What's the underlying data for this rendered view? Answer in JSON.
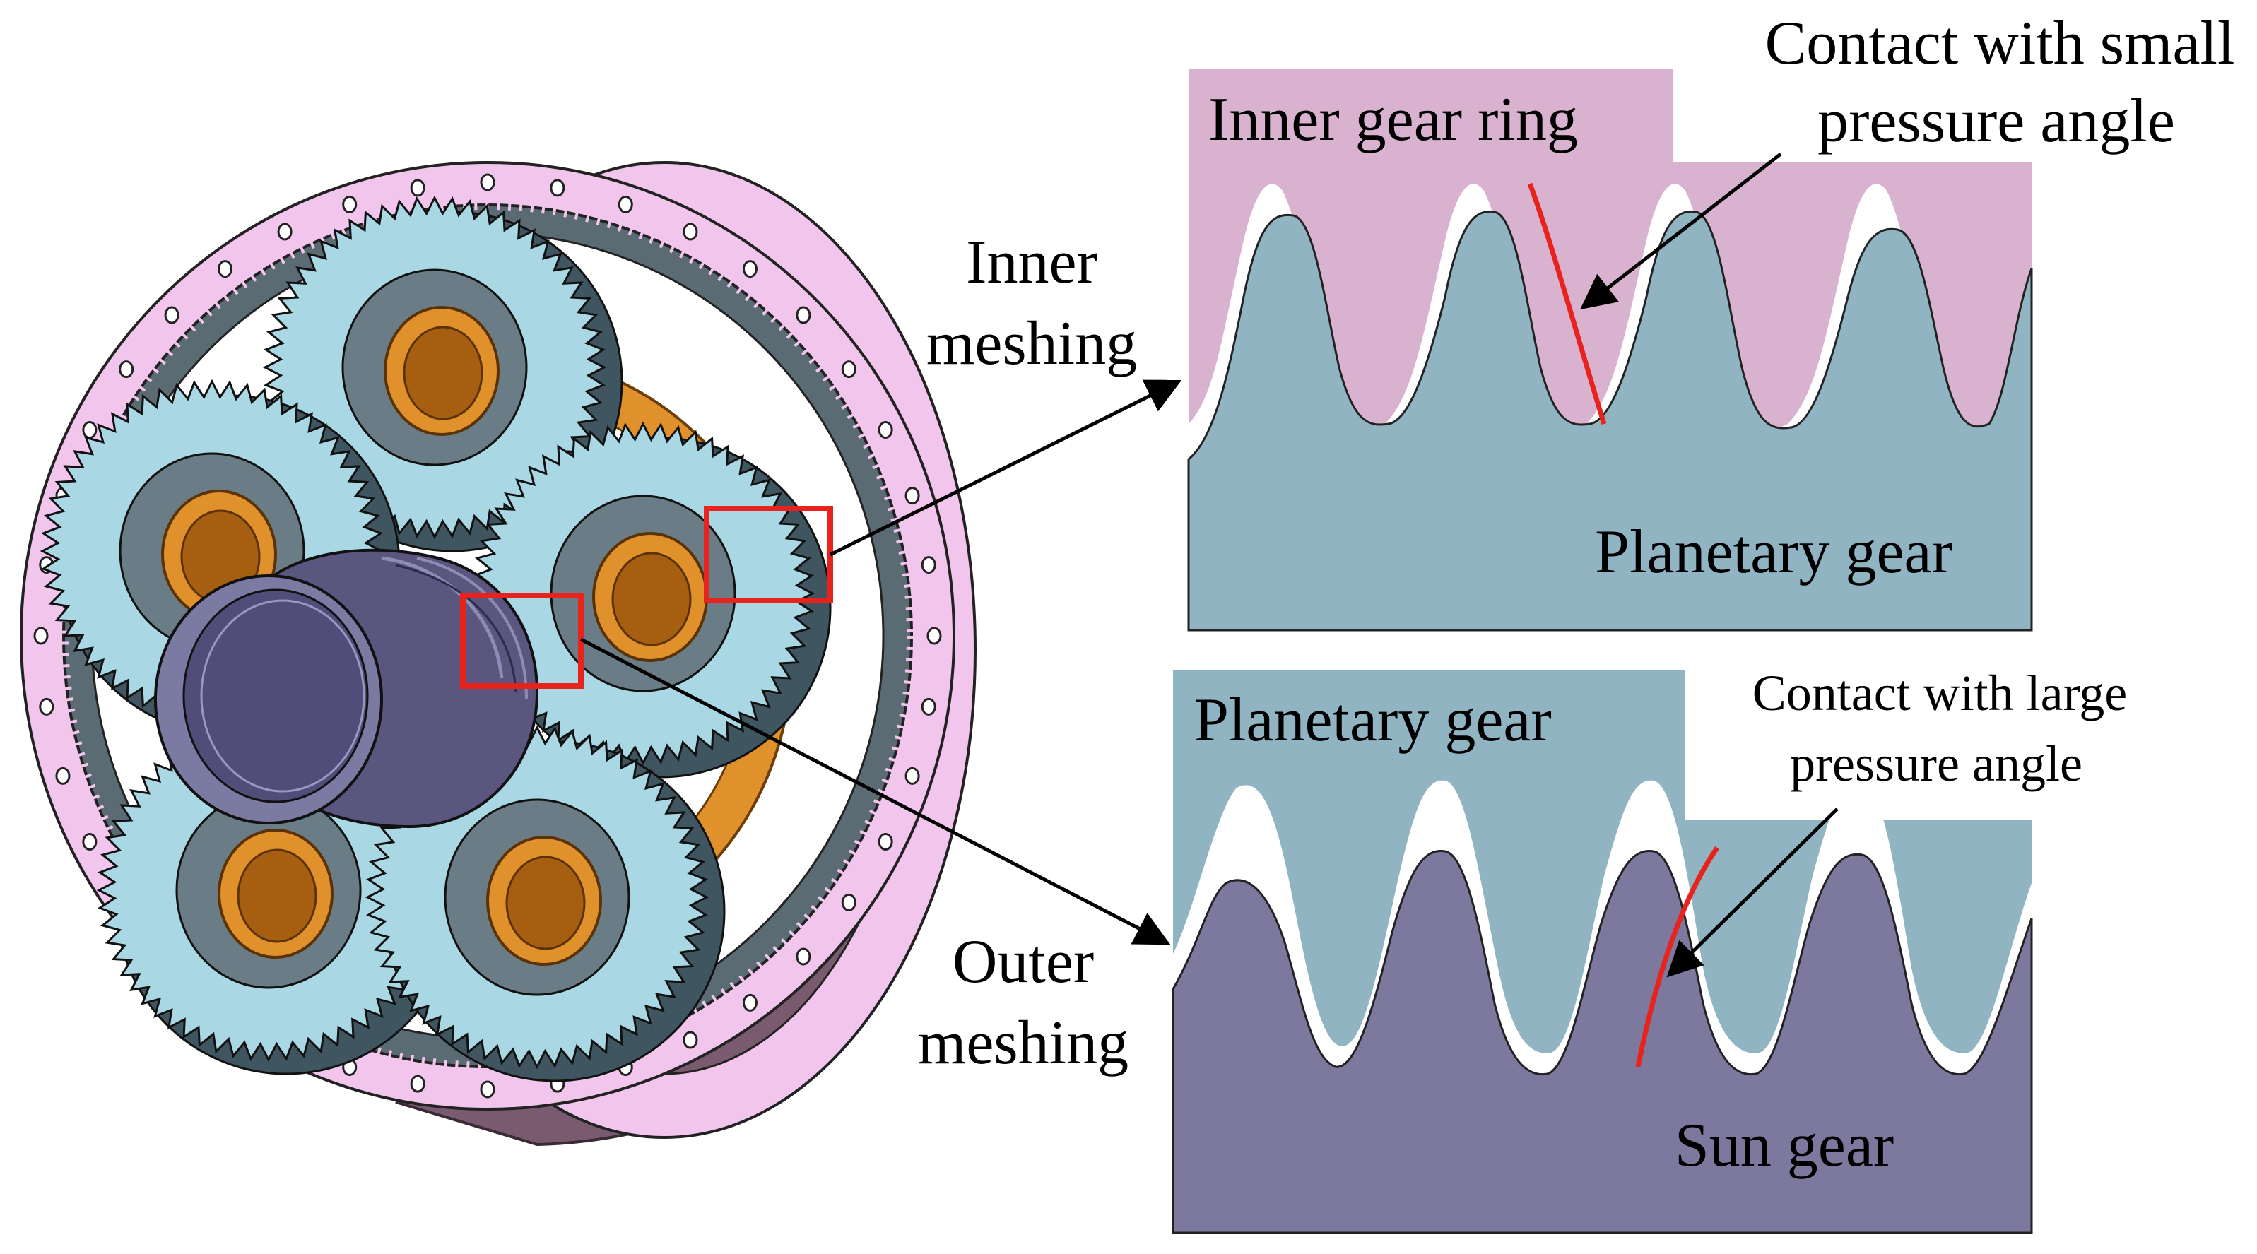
{
  "labels": {
    "inner_gear_ring": "Inner gear ring",
    "planetary_gear_top": "Planetary gear",
    "contact_small_line1": "Contact with small",
    "contact_small_line2": "pressure angle",
    "inner_meshing_line1": "Inner",
    "inner_meshing_line2": "meshing",
    "planetary_gear_bottom": "Planetary gear",
    "sun_gear": "Sun gear",
    "contact_large_line1": "Contact with large",
    "contact_large_line2": "pressure angle",
    "outer_meshing_line1": "Outer",
    "outer_meshing_line2": "meshing"
  },
  "colors": {
    "ring_pink": "#f2c6ec",
    "ring_shadow": "#7a5a6e",
    "planet_blue": "#a9d8e4",
    "planet_teeth": "#3f5560",
    "carrier_orange": "#e0912b",
    "sun_purple": "#7b7aa3",
    "panel_inner_ring": "#d8b2ce",
    "panel_planet": "#91b4c2",
    "panel_sun": "#7d789e",
    "highlight_red": "#e8221c"
  }
}
